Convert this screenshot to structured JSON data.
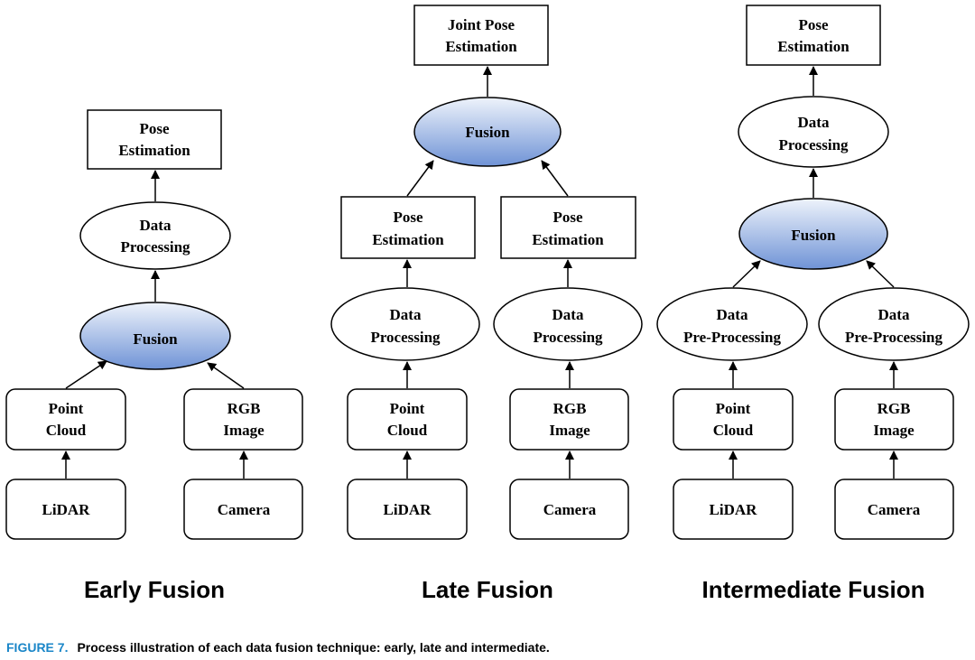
{
  "diagram": {
    "early": {
      "title": "Early Fusion",
      "pose": [
        "Pose",
        "Estimation"
      ],
      "data_processing": [
        "Data",
        "Processing"
      ],
      "fusion": "Fusion",
      "point_cloud": [
        "Point",
        "Cloud"
      ],
      "rgb_image": [
        "RGB",
        "Image"
      ],
      "lidar": "LiDAR",
      "camera": "Camera"
    },
    "late": {
      "title": "Late Fusion",
      "joint_pose": [
        "Joint Pose",
        "Estimation"
      ],
      "fusion": "Fusion",
      "pose_left": [
        "Pose",
        "Estimation"
      ],
      "pose_right": [
        "Pose",
        "Estimation"
      ],
      "dp_left": [
        "Data",
        "Processing"
      ],
      "dp_right": [
        "Data",
        "Processing"
      ],
      "point_cloud": [
        "Point",
        "Cloud"
      ],
      "rgb_image": [
        "RGB",
        "Image"
      ],
      "lidar": "LiDAR",
      "camera": "Camera"
    },
    "intermediate": {
      "title": "Intermediate Fusion",
      "pose": [
        "Pose",
        "Estimation"
      ],
      "data_processing": [
        "Data",
        "Processing"
      ],
      "fusion": "Fusion",
      "prep_left": [
        "Data",
        "Pre-Processing"
      ],
      "prep_right": [
        "Data",
        "Pre-Processing"
      ],
      "point_cloud": [
        "Point",
        "Cloud"
      ],
      "rgb_image": [
        "RGB",
        "Image"
      ],
      "lidar": "LiDAR",
      "camera": "Camera"
    }
  },
  "caption": {
    "label": "FIGURE 7.",
    "text": "Process illustration of each data fusion technique: early, late and intermediate."
  },
  "colors": {
    "fusion_top": "#eef3fb",
    "fusion_bottom": "#6f93d6",
    "caption_label": "#1a86c8"
  }
}
